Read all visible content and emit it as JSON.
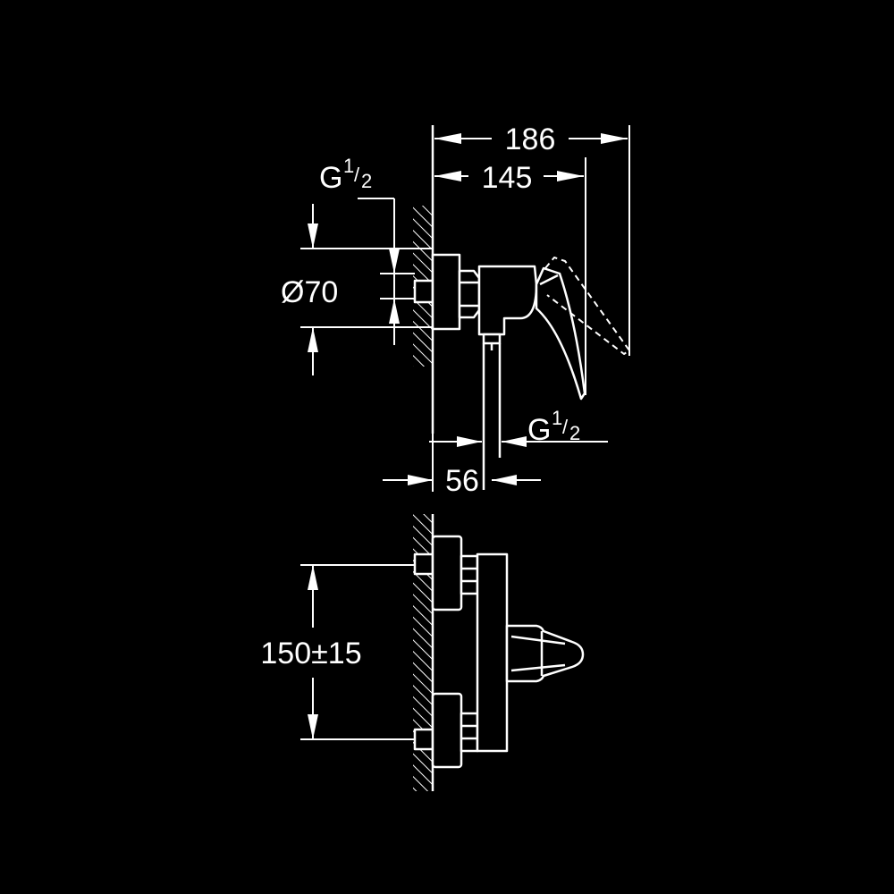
{
  "colors": {
    "background": "#000000",
    "frame": "#000000",
    "line": "#ffffff"
  },
  "dimensions": {
    "overall_depth": "186",
    "handle_depth": "145",
    "outlet_offset": "56",
    "wall_diameter": "Ø70",
    "inlet_spacing": "150±15"
  },
  "threads": {
    "inlet": {
      "base": "G",
      "num": "1",
      "den": "2"
    },
    "outlet": {
      "base": "G",
      "num": "1",
      "den": "2"
    }
  }
}
